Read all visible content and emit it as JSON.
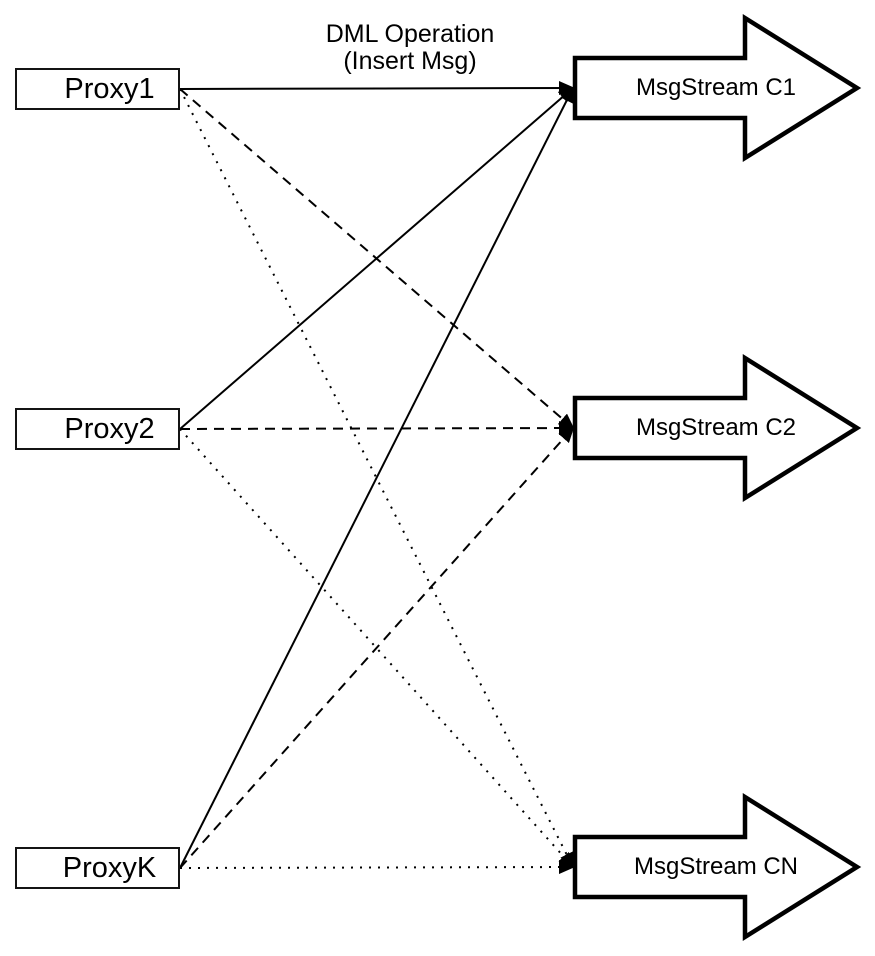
{
  "diagram": {
    "edge_label": {
      "line1": "DML Operation",
      "line2": "(Insert Msg)"
    },
    "proxies": [
      {
        "label": "Proxy1"
      },
      {
        "label": "Proxy2"
      },
      {
        "label": "ProxyK"
      }
    ],
    "streams": [
      {
        "label": "MsgStream C1"
      },
      {
        "label": "MsgStream C2"
      },
      {
        "label": "MsgStream CN"
      }
    ],
    "edges": [
      {
        "from": "Proxy1",
        "to": "MsgStream C1",
        "style": "solid"
      },
      {
        "from": "Proxy1",
        "to": "MsgStream C2",
        "style": "dashed"
      },
      {
        "from": "Proxy1",
        "to": "MsgStream CN",
        "style": "dotted"
      },
      {
        "from": "Proxy2",
        "to": "MsgStream C1",
        "style": "solid"
      },
      {
        "from": "Proxy2",
        "to": "MsgStream C2",
        "style": "dashed"
      },
      {
        "from": "Proxy2",
        "to": "MsgStream CN",
        "style": "dotted"
      },
      {
        "from": "ProxyK",
        "to": "MsgStream C1",
        "style": "solid"
      },
      {
        "from": "ProxyK",
        "to": "MsgStream C2",
        "style": "dashed"
      },
      {
        "from": "ProxyK",
        "to": "MsgStream CN",
        "style": "dotted"
      }
    ],
    "colors": {
      "stroke": "#000000",
      "shape_fill": "#ffffff",
      "background": "#ffffff",
      "text": "#000000"
    }
  }
}
